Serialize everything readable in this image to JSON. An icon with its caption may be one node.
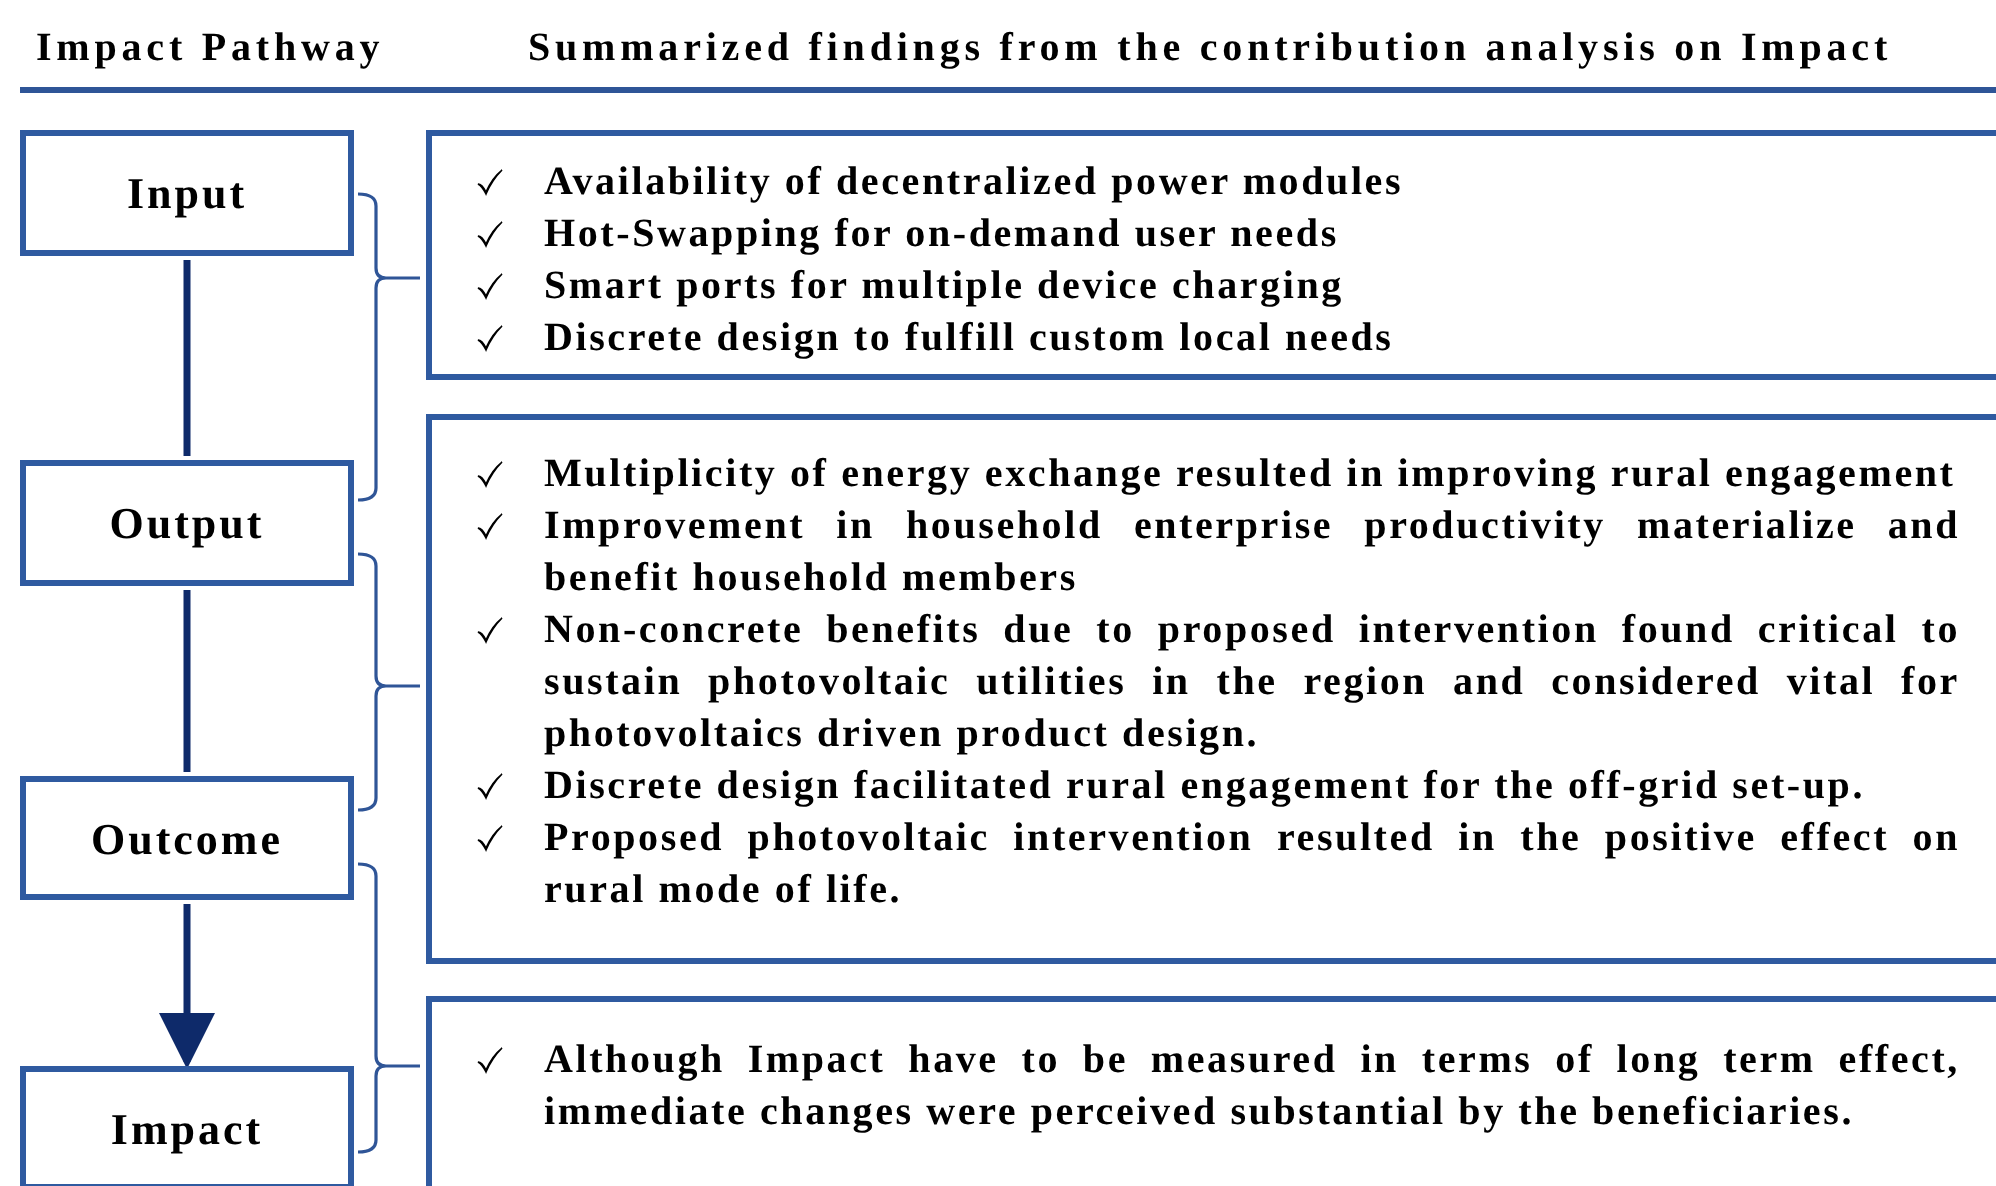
{
  "diagram": {
    "nodes": [
      {
        "text": [
          "Input"
        ]
      },
      {
        "text": [
          "Output"
        ]
      },
      {
        "text": [
          "Outcome"
        ]
      },
      {
        "text": [
          "Impact"
        ]
      },
      {
        "text": [
          "Availability of decentralized power modules",
          "Hot-Swapping for on-demand user needs",
          "Smart ports for multiple device charging",
          "Discrete design to fulfill custom local needs"
        ]
      },
      {
        "text": [
          "Multiplicity of energy exchange resulted in improving rural engagement",
          "Improvement in household enterprise productivity materialize and benefit household members",
          "Non-concrete benefits due to proposed intervention found critical to sustain photovoltaic utilities in the region and considered vital for photovoltaics driven product design.",
          "Discrete design facilitated rural engagement for the off-grid set-up.",
          "Proposed photovoltaic intervention resulted in the positive effect on rural mode of life."
        ]
      },
      {
        "text": [
          "Although Impact have to be measured in terms of long term effect, immediate changes were perceived substantial by the beneficiaries."
        ]
      }
    ],
    "edges": [
      {
        "from": 0,
        "to": 1,
        "arrow": "none"
      },
      {
        "from": 1,
        "to": 2,
        "arrow": "none"
      },
      {
        "from": 2,
        "to": 3,
        "arrow": "to"
      }
    ],
    "labels": [
      "Impact Pathway",
      "Summarized findings from the contribution analysis on Impact"
    ]
  }
}
